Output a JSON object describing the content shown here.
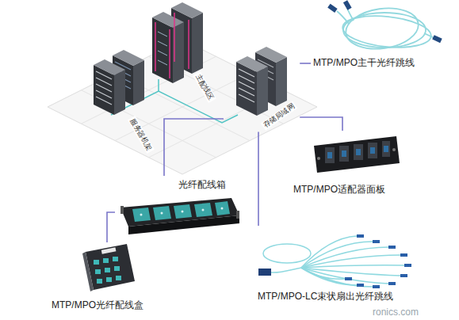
{
  "diagram": {
    "nodes": [
      {
        "text": [
          "服务器机架"
        ]
      },
      {
        "text": [
          "主配线区"
        ]
      },
      {
        "text": [
          "存储局域网"
        ]
      },
      {
        "text": [
          "MTP/MPO主干光纤跳线"
        ]
      },
      {
        "text": [
          "MTP/MPO适配器面板"
        ]
      },
      {
        "text": [
          "光纤配线箱"
        ]
      },
      {
        "text": [
          "MTP/MPO光纤配线盒"
        ]
      },
      {
        "text": [
          "MTP/MPO-LC束状扇出光纤跳线"
        ]
      }
    ],
    "edges": [
      {
        "from": 2,
        "to": 3,
        "arrow": "none"
      },
      {
        "from": 2,
        "to": 4,
        "arrow": "none"
      },
      {
        "from": 2,
        "to": 5,
        "arrow": "none"
      },
      {
        "from": 5,
        "to": 6,
        "arrow": "none"
      },
      {
        "from": 2,
        "to": 7,
        "arrow": "none"
      }
    ],
    "labels": [
      "ronics.com"
    ]
  }
}
